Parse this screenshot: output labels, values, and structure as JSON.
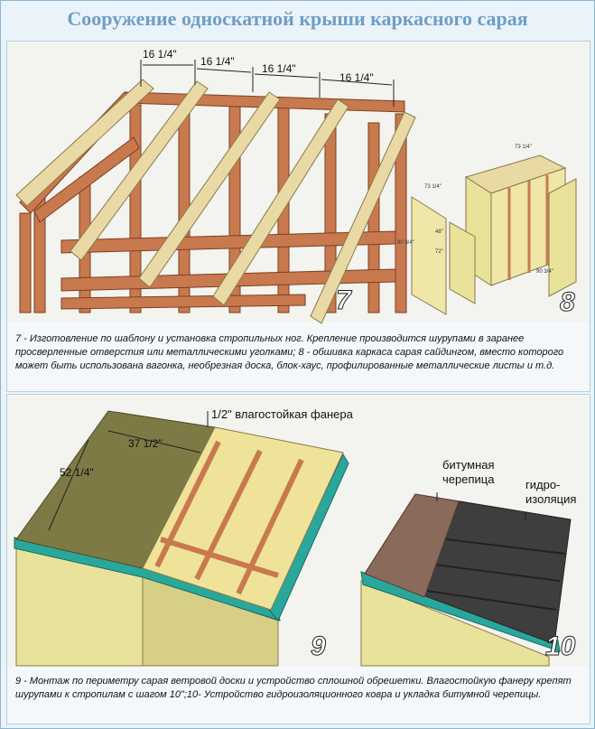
{
  "title": "Сооружение односкатной крыши каркасного сарая",
  "panel_top": {
    "dimensions": [
      "16 1/4\"",
      "16 1/4\"",
      "16 1/4\"",
      "16 1/4\""
    ],
    "figure_7": "7",
    "figure_8": "8",
    "small_dims": [
      "73 1/4\"",
      "73 1/4\"",
      "90 3/4\"",
      "48\"",
      "72\"",
      "90 3/4\""
    ],
    "caption": "7 - Изготовление по шаблону и установка стропильных ног. Крепление производится шурупами в заранее просверленные отверстия или металлическими уголками; 8 - обшивка каркаса сарая сайдингом, вместо которого может быть использована вагонка, необрезная доска, блок-хаус, профилированные металлические листы и т.д."
  },
  "panel_bottom": {
    "plywood_label": "1/2\" влагостойкая фанера",
    "dim_width": "37 1/2\"",
    "dim_length": "52 1/4\"",
    "label_shingles_1": "битумная",
    "label_shingles_2": "черепица",
    "label_hydro_1": "гидро-",
    "label_hydro_2": "изоляция",
    "figure_9": "9",
    "figure_10": "10",
    "caption": "9 - Монтаж по периметру сарая ветровой доски и устройство сплошной обрешетки. Влагостойкую фанеру крепят шурупами к стропилам с шагом 10\";10- Устройство гидроизоляционного ковра и укладка битумной черепицы."
  },
  "colors": {
    "frame_wood": "#c9794e",
    "rafter": "#e8d9a5",
    "siding": "#e9e29a",
    "plywood": "#7d7a45",
    "trim": "#2aa79b",
    "roof_dark": "#4a4a4a",
    "title": "#6f9ec4"
  }
}
